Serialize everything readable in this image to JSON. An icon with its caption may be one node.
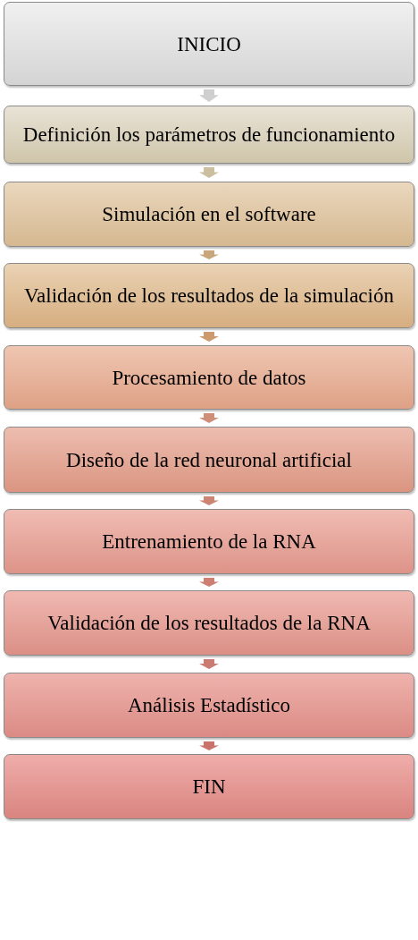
{
  "diagram": {
    "nodes": [
      {
        "text": [
          "INICIO"
        ]
      },
      {
        "text": [
          "Definición los parámetros de funcionamiento"
        ]
      },
      {
        "text": [
          "Simulación en el software"
        ]
      },
      {
        "text": [
          "Validación de los resultados de la simulación"
        ]
      },
      {
        "text": [
          "Procesamiento de datos"
        ]
      },
      {
        "text": [
          "Diseño de la red neuronal artificial"
        ]
      },
      {
        "text": [
          "Entrenamiento de la RNA"
        ]
      },
      {
        "text": [
          "Validación de los resultados de la RNA"
        ]
      },
      {
        "text": [
          "Análisis Estadístico"
        ]
      },
      {
        "text": [
          "FIN"
        ]
      }
    ],
    "edges": [
      {
        "from": 0,
        "to": 1,
        "arrow": "to"
      },
      {
        "from": 1,
        "to": 2,
        "arrow": "to"
      },
      {
        "from": 2,
        "to": 3,
        "arrow": "to"
      },
      {
        "from": 3,
        "to": 4,
        "arrow": "to"
      },
      {
        "from": 4,
        "to": 5,
        "arrow": "to"
      },
      {
        "from": 5,
        "to": 6,
        "arrow": "to"
      },
      {
        "from": 6,
        "to": 7,
        "arrow": "to"
      },
      {
        "from": 7,
        "to": 8,
        "arrow": "to"
      },
      {
        "from": 8,
        "to": 9,
        "arrow": "to"
      }
    ]
  }
}
